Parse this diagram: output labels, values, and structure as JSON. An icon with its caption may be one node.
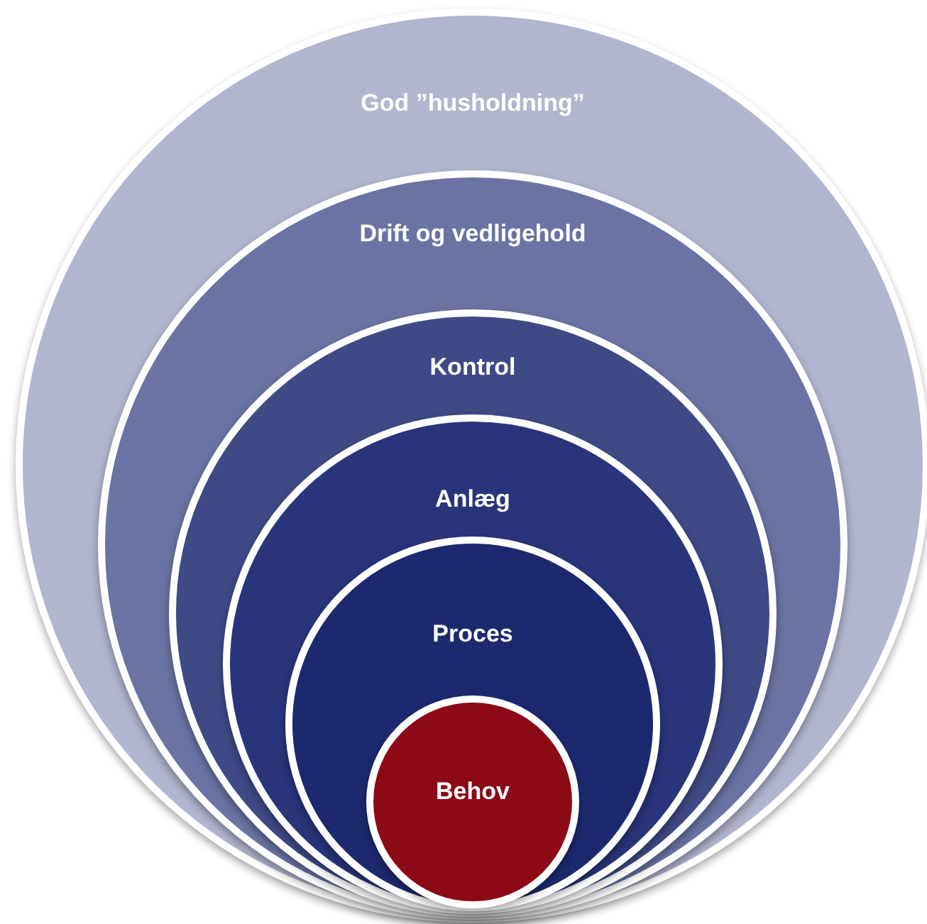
{
  "diagram": {
    "nodes": [
      {
        "text": [
          "God ”husholdning”"
        ]
      },
      {
        "text": [
          "Drift og vedligehold"
        ],
        "in": 0
      },
      {
        "text": [
          "Kontrol"
        ],
        "in": 1
      },
      {
        "text": [
          "Anlæg"
        ],
        "in": 2
      },
      {
        "text": [
          "Proces"
        ],
        "in": 3
      },
      {
        "text": [
          "Behov"
        ],
        "in": 4
      }
    ]
  }
}
